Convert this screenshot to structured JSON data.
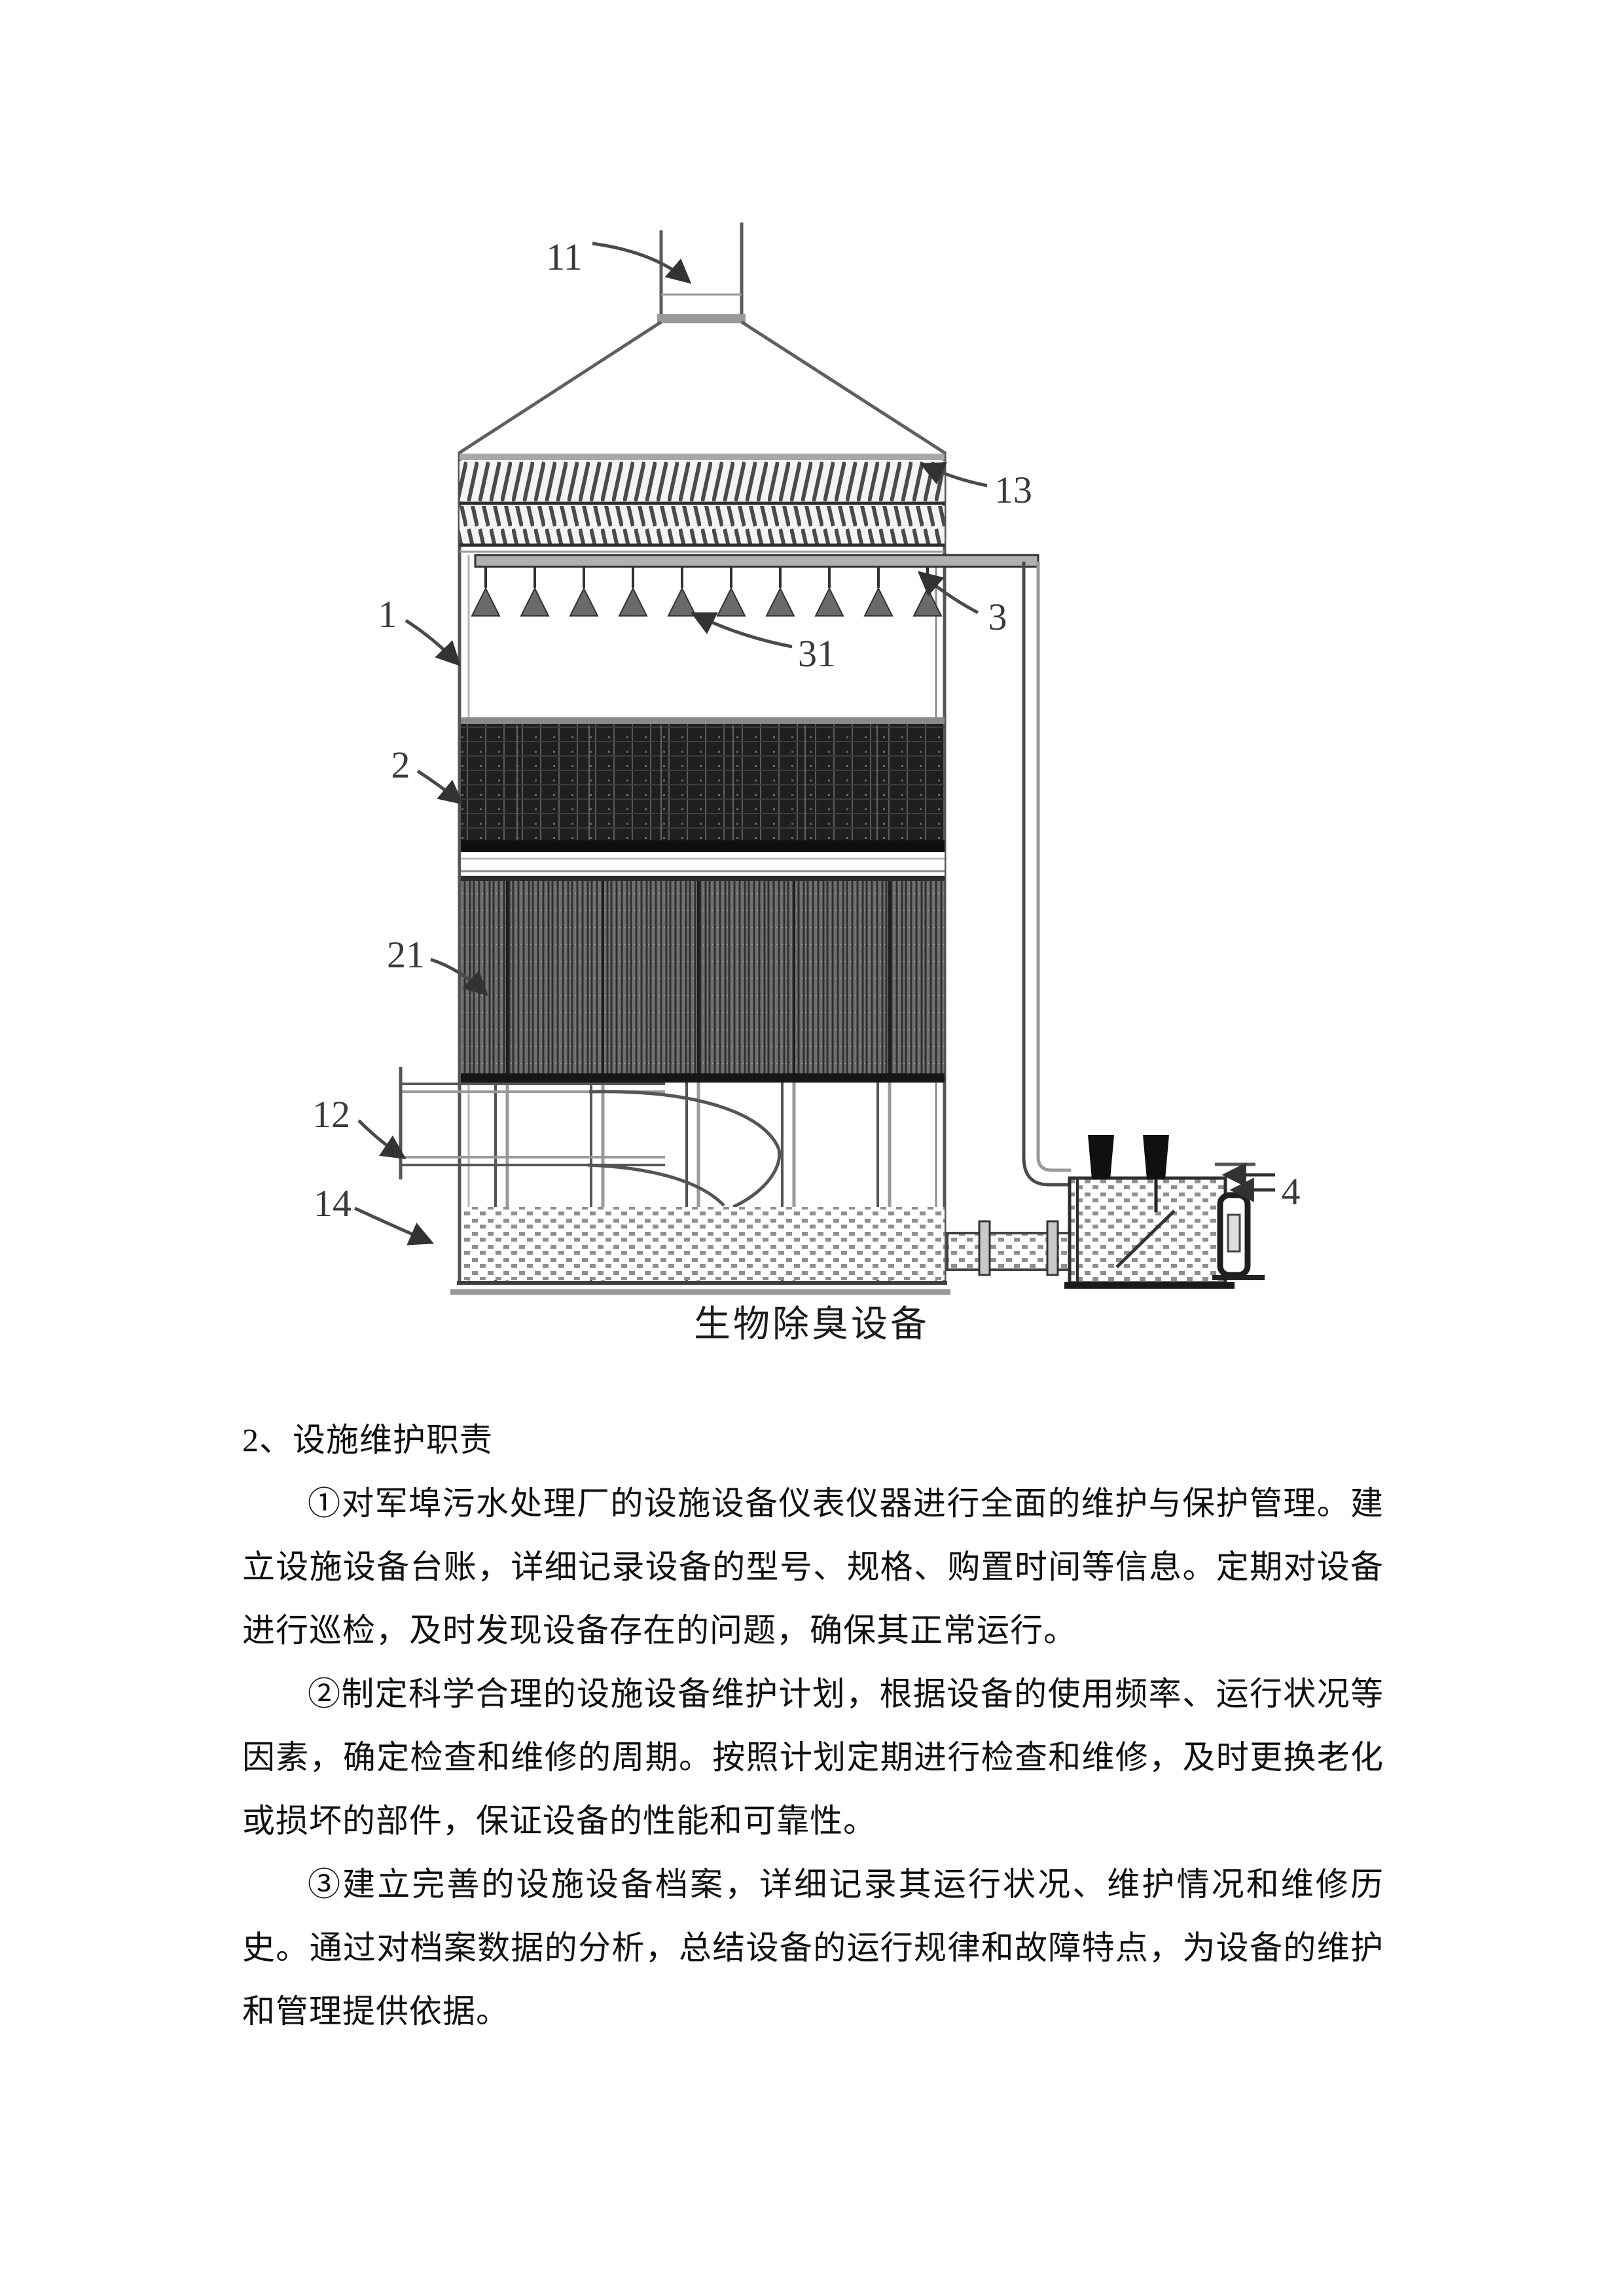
{
  "colors": {
    "page": "#ffffff",
    "ink": "#3a3a3a",
    "dark_packing": "#1f1f1f",
    "stripe_packing": "#707070"
  },
  "diagram": {
    "caption": "生物除臭设备",
    "labels": {
      "l11": "11",
      "l13": "13",
      "l3": "3",
      "l31": "31",
      "l1": "1",
      "l2": "2",
      "l21": "21",
      "l12": "12",
      "l14": "14",
      "l4": "4"
    }
  },
  "text": {
    "heading": "2、设施维护职责",
    "paragraphs": [
      {
        "lines": [
          "①对军埠污水处理厂的设施设备仪表仪器进行全面的维护与保护管理。建",
          "立设施设备台账，详细记录设备的型号、规格、购置时间等信息。定期对设备",
          "进行巡检，及时发现设备存在的问题，确保其正常运行。"
        ]
      },
      {
        "lines": [
          "②制定科学合理的设施设备维护计划，根据设备的使用频率、运行状况等",
          "因素，确定检查和维修的周期。按照计划定期进行检查和维修，及时更换老化",
          "或损坏的部件，保证设备的性能和可靠性。"
        ]
      },
      {
        "lines": [
          "③建立完善的设施设备档案，详细记录其运行状况、维护情况和维修历",
          "史。通过对档案数据的分析，总结设备的运行规律和故障特点，为设备的维护",
          "和管理提供依据。"
        ]
      }
    ]
  }
}
